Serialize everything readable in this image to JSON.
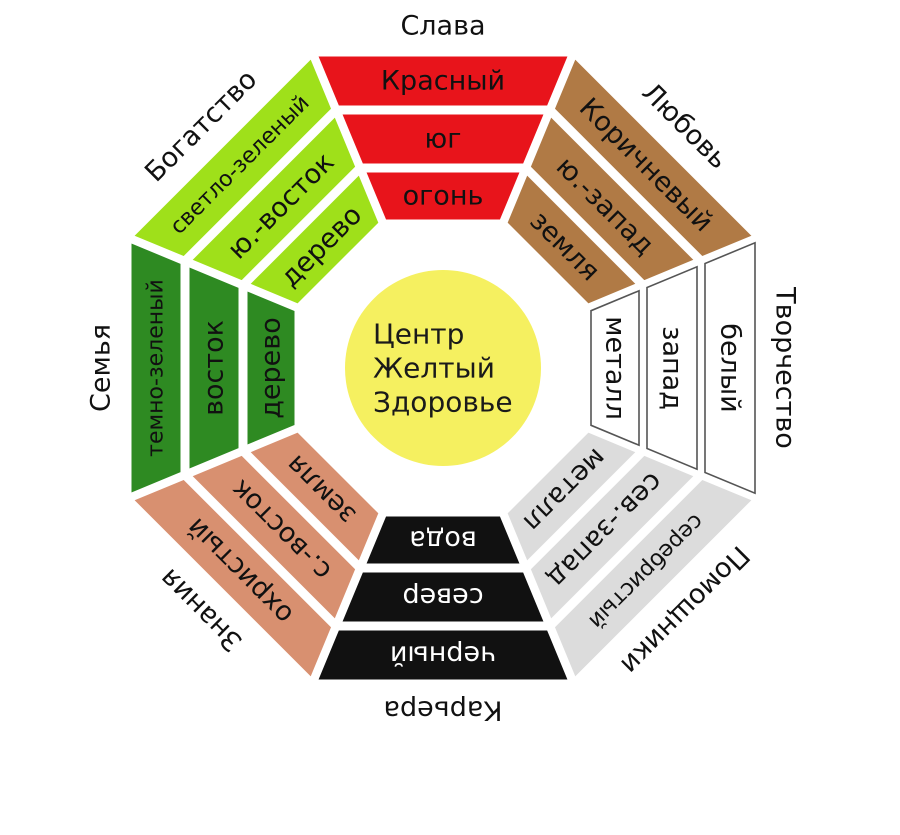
{
  "center": {
    "lines": [
      "Центр",
      "Желтый",
      "Здоровье"
    ],
    "color": "#f5f060"
  },
  "sectors": [
    {
      "key": "fame",
      "aspect": "Слава",
      "rings": [
        {
          "text": "огонь",
          "fill": "#e8141b",
          "text_color": "#111111"
        },
        {
          "text": "юг",
          "fill": "#e8141b",
          "text_color": "#111111"
        },
        {
          "text": "Красный",
          "fill": "#e8141b",
          "text_color": "#111111"
        }
      ]
    },
    {
      "key": "love",
      "aspect": "Любовь",
      "rings": [
        {
          "text": "земля",
          "fill": "#b07a45",
          "text_color": "#111111"
        },
        {
          "text": "ю.-запад",
          "fill": "#b07a45",
          "text_color": "#111111"
        },
        {
          "text": "Коричневый",
          "fill": "#b07a45",
          "text_color": "#111111"
        }
      ]
    },
    {
      "key": "creativity",
      "aspect": "Творчество",
      "rings": [
        {
          "text": "металл",
          "fill": "#ffffff",
          "stroke": "#555555",
          "text_color": "#111111"
        },
        {
          "text": "запад",
          "fill": "#ffffff",
          "stroke": "#555555",
          "text_color": "#111111"
        },
        {
          "text": "белый",
          "fill": "#ffffff",
          "stroke": "#555555",
          "text_color": "#111111"
        }
      ]
    },
    {
      "key": "helpers",
      "aspect": "Помощники",
      "rings": [
        {
          "text": "металл",
          "fill": "#dcdcdc",
          "text_color": "#111111"
        },
        {
          "text": "сев.-запад",
          "fill": "#dcdcdc",
          "text_color": "#111111"
        },
        {
          "text": "серебристый",
          "fill": "#dcdcdc",
          "text_color": "#111111"
        }
      ]
    },
    {
      "key": "career",
      "aspect": "Карьера",
      "rings": [
        {
          "text": "вода",
          "fill": "#111111",
          "text_color": "#ffffff"
        },
        {
          "text": "север",
          "fill": "#111111",
          "text_color": "#ffffff"
        },
        {
          "text": "черный",
          "fill": "#111111",
          "text_color": "#ffffff"
        }
      ]
    },
    {
      "key": "knowledge",
      "aspect": "Знания",
      "rings": [
        {
          "text": "земля",
          "fill": "#d89070",
          "text_color": "#111111"
        },
        {
          "text": "с.-восток",
          "fill": "#d89070",
          "text_color": "#111111"
        },
        {
          "text": "охристый",
          "fill": "#d89070",
          "text_color": "#111111"
        }
      ]
    },
    {
      "key": "family",
      "aspect": "Семья",
      "rings": [
        {
          "text": "дерево",
          "fill": "#2e8a22",
          "text_color": "#111111"
        },
        {
          "text": "восток",
          "fill": "#2e8a22",
          "text_color": "#111111"
        },
        {
          "text": "темно-зеленый",
          "fill": "#2e8a22",
          "text_color": "#111111"
        }
      ]
    },
    {
      "key": "wealth",
      "aspect": "Богатство",
      "rings": [
        {
          "text": "дерево",
          "fill": "#9fe01a",
          "text_color": "#111111"
        },
        {
          "text": "ю.-восток",
          "fill": "#9fe01a",
          "text_color": "#111111"
        },
        {
          "text": "светло-зеленый",
          "fill": "#9fe01a",
          "text_color": "#111111"
        }
      ]
    }
  ]
}
